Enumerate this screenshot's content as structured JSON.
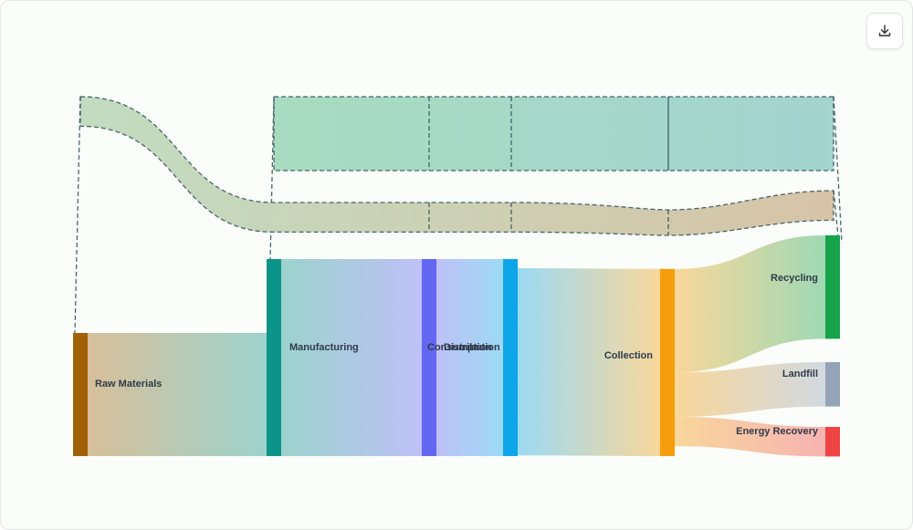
{
  "toolbar": {
    "download_icon": "download-icon"
  },
  "chart_data": {
    "type": "sankey",
    "title": "",
    "nodes": [
      {
        "id": "raw",
        "label": "Raw Materials",
        "color": "#a16207"
      },
      {
        "id": "mfg",
        "label": "Manufacturing",
        "color": "#0d9488"
      },
      {
        "id": "con",
        "label": "Consumption",
        "color": "#6366f1"
      },
      {
        "id": "dist",
        "label": "Distribution",
        "color": "#0ea5e9"
      },
      {
        "id": "col",
        "label": "Collection",
        "color": "#f59e0b"
      },
      {
        "id": "rec",
        "label": "Recycling",
        "color": "#16a34a"
      },
      {
        "id": "land",
        "label": "Landfill",
        "color": "#94a3b8"
      },
      {
        "id": "energy",
        "label": "Energy Recovery",
        "color": "#ef4444"
      }
    ],
    "links": [
      {
        "source": "raw",
        "target": "mfg",
        "value": 25
      },
      {
        "source": "rec",
        "target": "mfg",
        "value": 15
      },
      {
        "source": "mfg",
        "target": "con",
        "value": 40
      },
      {
        "source": "con",
        "target": "dist",
        "value": 40
      },
      {
        "source": "dist",
        "target": "col",
        "value": 38
      },
      {
        "source": "col",
        "target": "rec",
        "value": 21
      },
      {
        "source": "col",
        "target": "land",
        "value": 9
      },
      {
        "source": "col",
        "target": "energy",
        "value": 6
      },
      {
        "source": "rec",
        "target": "raw",
        "value": 6
      }
    ]
  }
}
